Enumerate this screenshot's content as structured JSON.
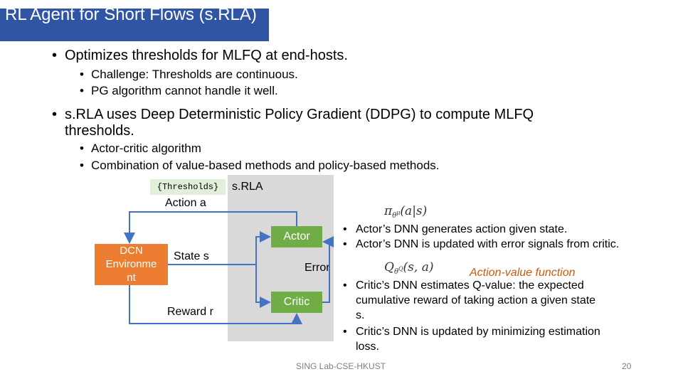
{
  "slide": {
    "title": "RL Agent for Short Flows (s.RLA)",
    "bullets": [
      {
        "text": "Optimizes thresholds for MLFQ at end-hosts.",
        "sub": [
          "Challenge: Thresholds are continuous.",
          "PG algorithm cannot handle it well."
        ]
      },
      {
        "text_line1": "s.RLA uses Deep Deterministic Policy Gradient (DDPG) to compute MLFQ",
        "text_line2": "thresholds.",
        "sub": [
          "Actor-critic algorithm",
          "Combination of value-based methods and policy-based methods."
        ]
      }
    ]
  },
  "diagram": {
    "thresholds_label": "{Thresholds}",
    "srla_label": "s.RLA",
    "action_label": "Action a",
    "environment_label_lines": [
      "DCN",
      "Environme",
      "nt"
    ],
    "state_label": "State s",
    "reward_label": "Reward r",
    "actor_label": "Actor",
    "critic_label": "Critic",
    "error_label": "Error",
    "colors": {
      "environment": "#ed7d31",
      "actor_critic": "#70ad47",
      "arrows": "#4472c4",
      "panel": "#d9d9d9",
      "title_bg": "#2f55a4"
    }
  },
  "right": {
    "policy_formula": {
      "pi": "π",
      "sub": "θ",
      "subsub": "μ",
      "args": "(a|s)"
    },
    "q_formula": {
      "q": "Q",
      "sub": "θ",
      "subsub": "Q",
      "args": "(s, a)"
    },
    "actor_bullets": [
      "Actor’s DNN generates action given state.",
      "Actor’s DNN is updated with error signals from critic."
    ],
    "action_value_label": "Action-value function",
    "critic_bullets": [
      [
        "Critic’s DNN estimates Q-value: the expected",
        "cumulative reward of taking action a given state",
        "s."
      ],
      [
        "Critic’s DNN is updated by minimizing estimation",
        "loss."
      ]
    ]
  },
  "footer": {
    "lab": "SING Lab-CSE-HKUST",
    "page": "20"
  }
}
